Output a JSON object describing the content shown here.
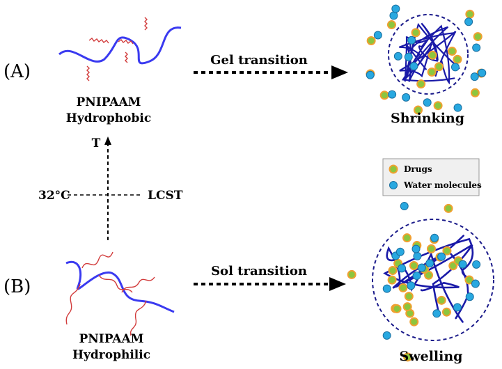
{
  "panel_a": {
    "label": "(A)",
    "polymer_line1": "PNIPAAM",
    "polymer_line2": "Hydrophobic",
    "transition": "Gel transition",
    "result": "Shrinking"
  },
  "panel_b": {
    "label": "(B)",
    "polymer_line1": "PNIPAAM",
    "polymer_line2": "Hydrophilic",
    "transition": "Sol transition",
    "result": "Swelling"
  },
  "axis": {
    "t_label": "T",
    "left_label": "32°C",
    "right_label": "LCST"
  },
  "legend": {
    "drugs": "Drugs",
    "water": "Water molecules"
  },
  "colors": {
    "chain": "#3a3af0",
    "network": "#1a1aa8",
    "side_chain": "#d23c3c",
    "drug_fill": "#8cc63e",
    "drug_ring": "#f0a030",
    "water": "#28a8e0",
    "water_stroke": "#1a6fa0",
    "boundary": "#1a1a8a"
  }
}
